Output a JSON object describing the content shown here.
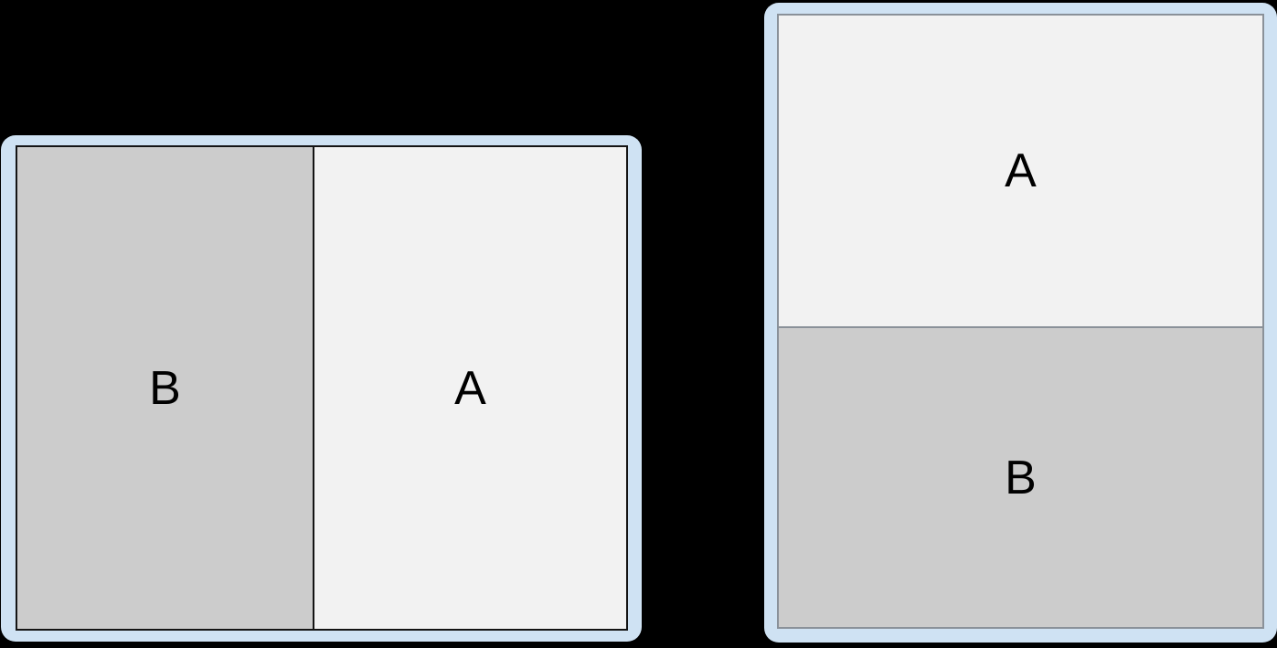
{
  "canvas": {
    "background_color": "#000000"
  },
  "colors": {
    "frame_blue": "#cfe2f3",
    "pane_gray": "#cccccc",
    "pane_light": "#f2f2f2",
    "border_dark": "#141414",
    "border_gray": "#8a9199",
    "label_color": "#000000"
  },
  "landscape_device": {
    "panes": [
      {
        "label": "B",
        "fill": "gray",
        "position": "left"
      },
      {
        "label": "A",
        "fill": "light",
        "position": "right"
      }
    ]
  },
  "portrait_device": {
    "panes": [
      {
        "label": "A",
        "fill": "light",
        "position": "top"
      },
      {
        "label": "B",
        "fill": "gray",
        "position": "bottom"
      }
    ]
  }
}
